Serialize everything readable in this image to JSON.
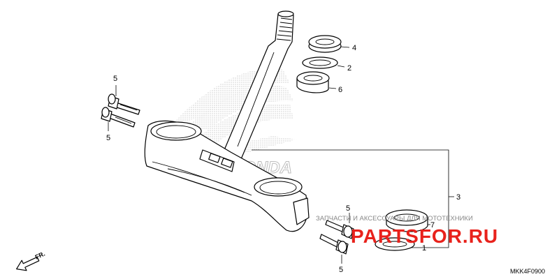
{
  "diagram": {
    "callouts": {
      "c4": "4",
      "c2": "2",
      "c6": "6",
      "c3": "3",
      "c7": "7",
      "c1": "1",
      "c5_bolt_top": "5",
      "c5_bolt_top2": "5",
      "c5_right_top": "5",
      "c5_right_bottom": "5"
    },
    "direction_label": "FR.",
    "diagram_code": "MKK4F0900",
    "brand_watermark": "HONDA",
    "watermark": {
      "tagline": "ЗАПЧАСТИ И АКСЕССУАРЫ ДЛЯ МОТОТЕХНИКИ",
      "url": "PARTSFOR.RU"
    },
    "colors": {
      "watermark_red": "#e8221c",
      "line": "#000000",
      "halftone": "#bdbdbd"
    }
  }
}
